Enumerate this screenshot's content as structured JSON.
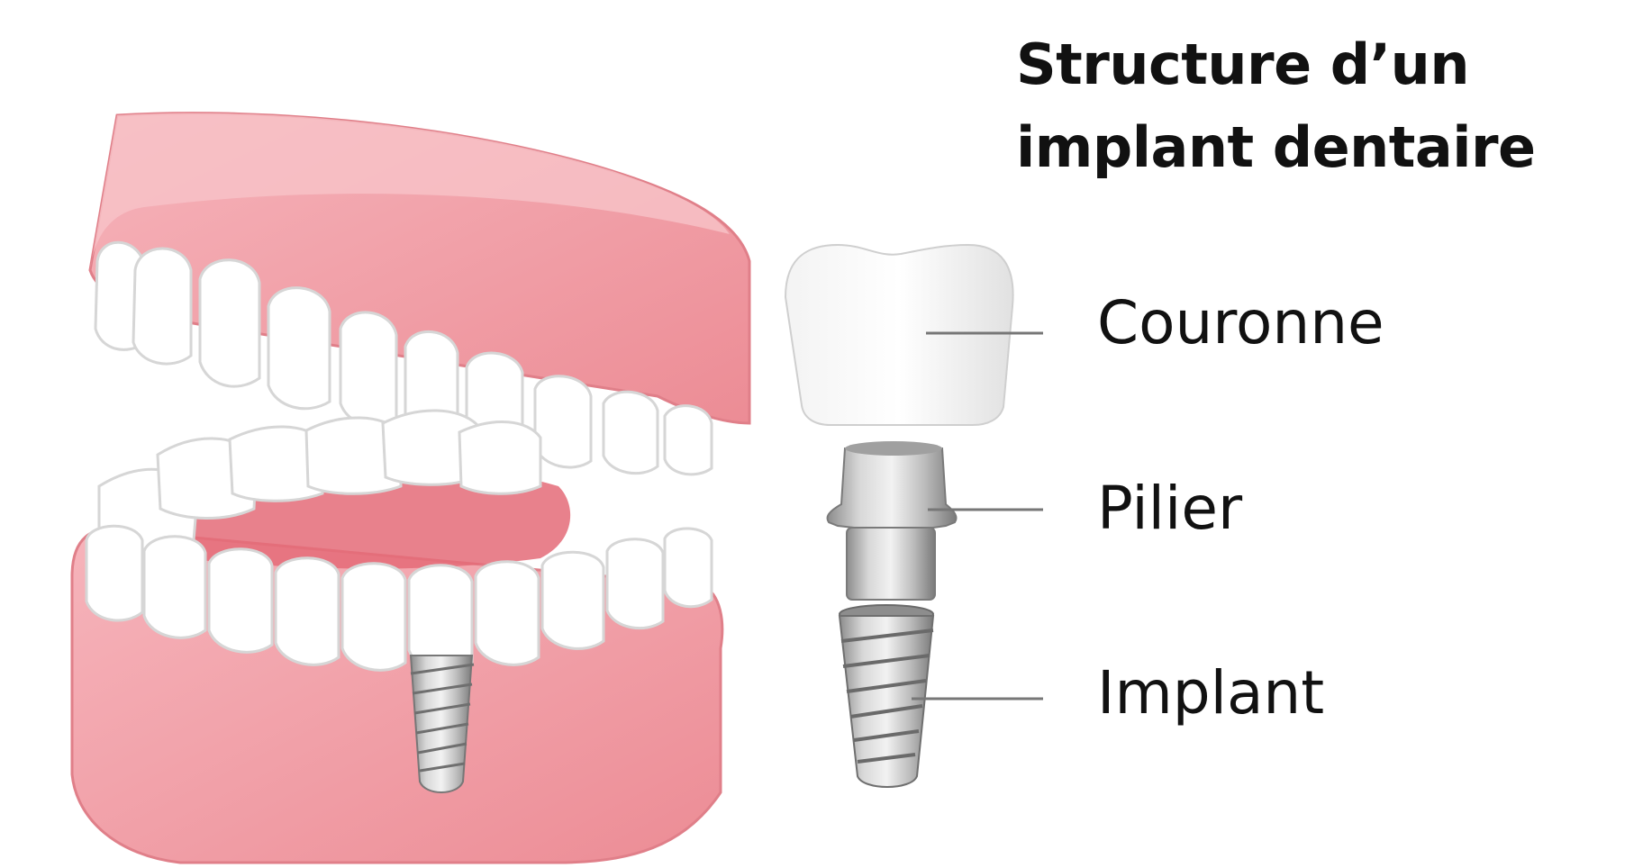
{
  "title": {
    "line1": "Structure d’un",
    "line2": "implant dentaire"
  },
  "parts": [
    {
      "label": "Couronne"
    },
    {
      "label": "Pilier"
    },
    {
      "label": "Implant"
    }
  ],
  "colors": {
    "gum": "#f2a3ac",
    "gum_dark": "#e8868f",
    "tooth": "#ffffff",
    "tooth_shade": "#e6e6e6",
    "metal": "#b5b5b5",
    "metal_dark": "#7d7d7d",
    "leader_line": "#777777"
  }
}
